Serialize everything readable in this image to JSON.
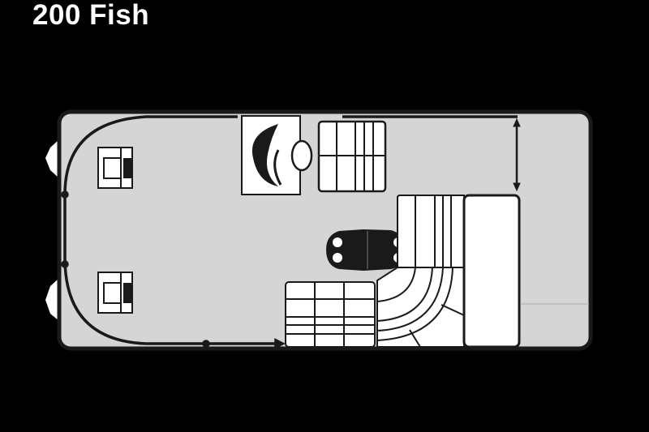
{
  "header": {
    "title": "200 Fish"
  },
  "diagram": {
    "type": "pontoon-boat-floor-plan",
    "model": "200 Fish",
    "colors": {
      "background": "#000000",
      "deck": "#d4d5d4",
      "outline": "#1a1a1a",
      "furniture": "#ffffff"
    },
    "components": [
      {
        "id": "bow-fishing-seat-port",
        "label": "fishing seat"
      },
      {
        "id": "bow-fishing-seat-starboard",
        "label": "fishing seat"
      },
      {
        "id": "bow-rail",
        "label": "rail"
      },
      {
        "id": "helm-console",
        "label": "helm console"
      },
      {
        "id": "captain-chair",
        "label": "captain chair"
      },
      {
        "id": "port-bench-seat",
        "label": "bench seat"
      },
      {
        "id": "table",
        "label": "table"
      },
      {
        "id": "stern-lounge",
        "label": "L lounge"
      },
      {
        "id": "rear-bench",
        "label": "bench seat"
      },
      {
        "id": "gate-indicator",
        "label": "gate"
      }
    ]
  }
}
